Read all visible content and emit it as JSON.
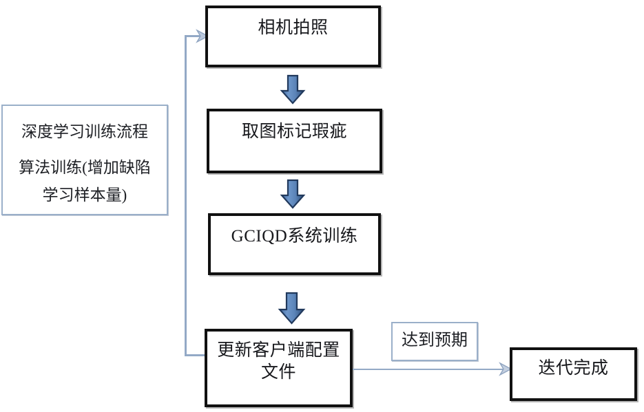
{
  "diagram": {
    "title_note": {
      "line1": "深度学习训练流程",
      "line2": "算法训练(增加缺陷\n学习样本量)"
    },
    "nodes": [
      {
        "id": "camera-capture",
        "label": "相机拍照"
      },
      {
        "id": "mark-defects",
        "label": "取图标记瑕疵"
      },
      {
        "id": "gciqd-training",
        "label": "GCIQD系统训练"
      },
      {
        "id": "update-client-config",
        "label": "更新客户端配置\n文件"
      },
      {
        "id": "iteration-complete",
        "label": "迭代完成"
      }
    ],
    "edge_labels": [
      {
        "id": "meets-expectation",
        "label": "达到预期"
      }
    ],
    "colors": {
      "arrow_fill_light": "#6b92c4",
      "arrow_fill_dark": "#2f5party",
      "arrow_outline": "#1f3a5f",
      "thin_border": "#9aafc9",
      "box_border": "#111111",
      "connector": "#93a9c6"
    },
    "icons": {
      "down_arrow": "arrow-down-icon",
      "loop_arrow": "feedback-loop-arrow-icon",
      "right_arrow": "arrow-right-icon"
    }
  }
}
